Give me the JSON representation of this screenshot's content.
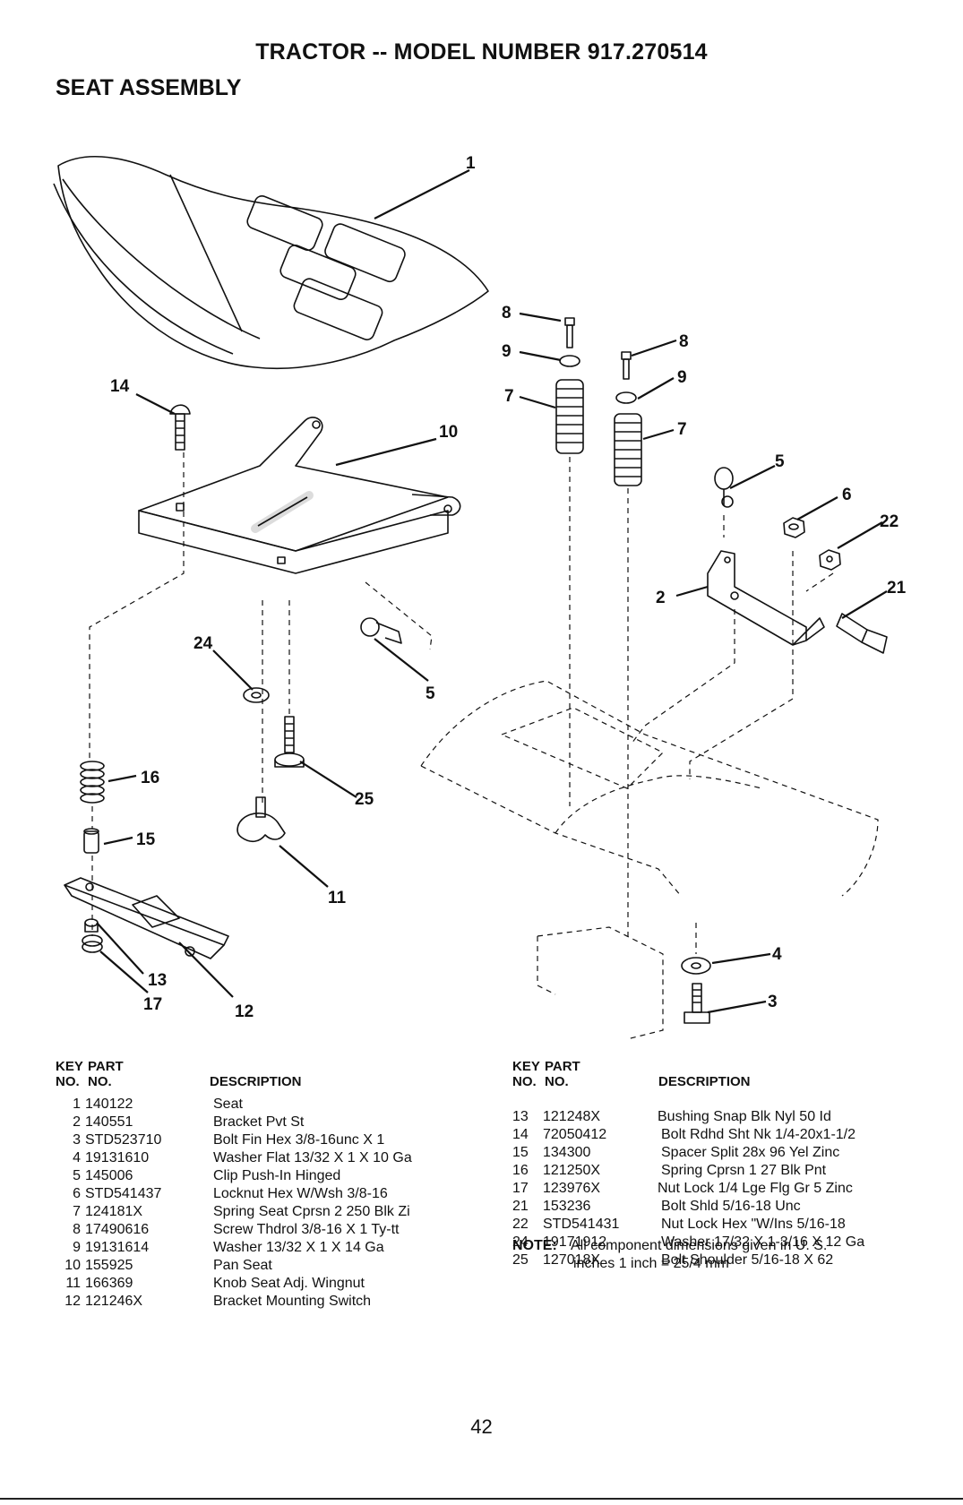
{
  "header": {
    "title": "TRACTOR -- MODEL NUMBER 917.270514",
    "subtitle": "SEAT ASSEMBLY"
  },
  "diagram": {
    "callouts": [
      "1",
      "14",
      "10",
      "24",
      "5",
      "16",
      "15",
      "25",
      "11",
      "13",
      "17",
      "12",
      "8",
      "9",
      "7",
      "8",
      "9",
      "7",
      "5",
      "6",
      "22",
      "2",
      "21",
      "4",
      "3"
    ]
  },
  "table_headers": {
    "key": "KEY",
    "no1": "NO.",
    "part": "PART",
    "no2": "NO.",
    "description": "DESCRIPTION"
  },
  "parts_left": [
    {
      "key": "1",
      "part": "140122",
      "desc": "Seat"
    },
    {
      "key": "2",
      "part": "140551",
      "desc": "Bracket Pvt St"
    },
    {
      "key": "3",
      "part": "STD523710",
      "desc": "Bolt Fin Hex 3/8-16unc X 1"
    },
    {
      "key": "4",
      "part": "19131610",
      "desc": "Washer Flat 13/32 X 1 X 10 Ga"
    },
    {
      "key": "5",
      "part": "145006",
      "desc": "Clip Push-In Hinged"
    },
    {
      "key": "6",
      "part": "STD541437",
      "desc": "Locknut Hex W/Wsh 3/8-16"
    },
    {
      "key": "7",
      "part": "124181X",
      "desc": "Spring Seat Cprsn 2 250 Blk Zi"
    },
    {
      "key": "8",
      "part": "17490616",
      "desc": "Screw Thdrol 3/8-16 X 1 Ty-tt"
    },
    {
      "key": "9",
      "part": "19131614",
      "desc": "Washer 13/32 X 1 X 14 Ga"
    },
    {
      "key": "10",
      "part": "155925",
      "desc": "Pan Seat"
    },
    {
      "key": "11",
      "part": "166369",
      "desc": "Knob Seat Adj. Wingnut"
    },
    {
      "key": "12",
      "part": "121246X",
      "desc": "Bracket Mounting Switch"
    }
  ],
  "parts_right": [
    {
      "key": "13",
      "part": "121248X",
      "desc": "Bushing Snap Blk Nyl 50 Id"
    },
    {
      "key": "14",
      "part": "72050412",
      "desc": "Bolt Rdhd Sht Nk 1/4-20x1-1/2"
    },
    {
      "key": "15",
      "part": "134300",
      "desc": "Spacer Split 28x 96 Yel Zinc"
    },
    {
      "key": "16",
      "part": "121250X",
      "desc": "Spring Cprsn 1 27 Blk Pnt"
    },
    {
      "key": "17",
      "part": "123976X",
      "desc": "Nut Lock 1/4 Lge Flg Gr 5 Zinc"
    },
    {
      "key": "21",
      "part": "153236",
      "desc": "Bolt Shld 5/16-18 Unc"
    },
    {
      "key": "22",
      "part": "STD541431",
      "desc": "Nut Lock Hex \"W/Ins 5/16-18"
    },
    {
      "key": "24",
      "part": "19171912",
      "desc": "Washer 17/32 X 1-3/16 X 12 Ga"
    },
    {
      "key": "25",
      "part": "127018X",
      "desc": "Bolt Shoulder 5/16-18 X 62"
    }
  ],
  "note": {
    "label": "NOTE:",
    "line1": "All component dimensions given in U. S.",
    "line2": "inches 1 inch = 25/4 mm"
  },
  "page_number": "42"
}
